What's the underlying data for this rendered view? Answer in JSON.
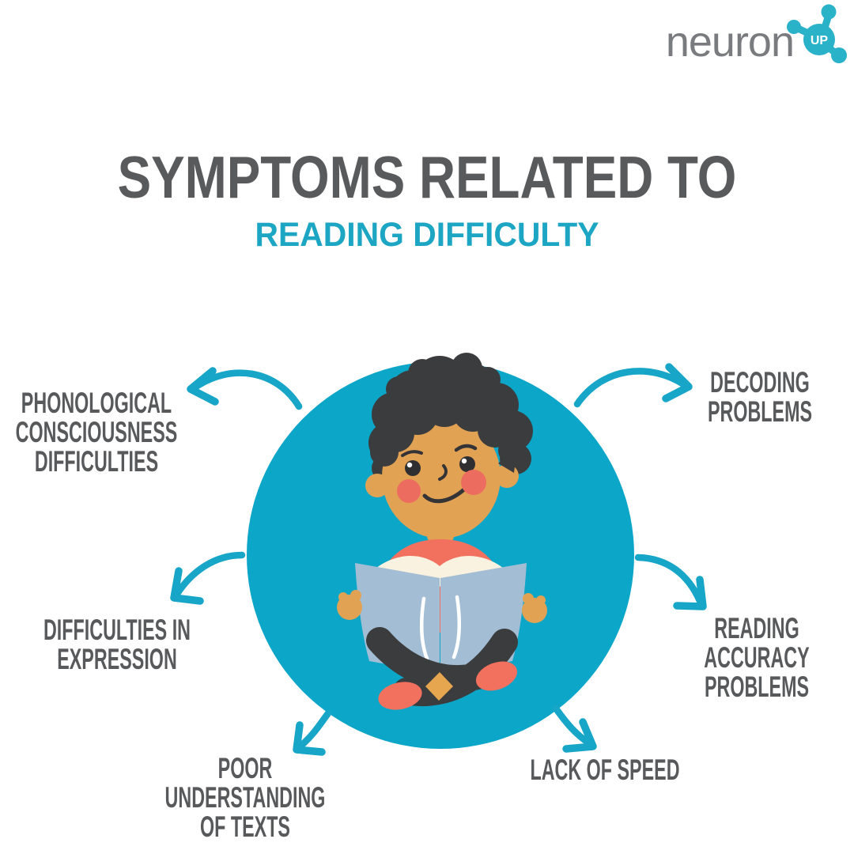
{
  "logo": {
    "wordmark": "neuron",
    "badge": "UP"
  },
  "header": {
    "title": "SYMPTOMS RELATED TO",
    "subtitle": "READING DIFFICULTY"
  },
  "labels": {
    "phonological": "PHONOLOGICAL\nCONSCIOUSNESS\nDIFFICULTIES",
    "expression": "DIFFICULTIES IN\nEXPRESSION",
    "understanding": "POOR\nUNDERSTANDING\nOF TEXTS",
    "decoding": "DECODING\nPROBLEMS",
    "accuracy": "READING\nACCURACY\nPROBLEMS",
    "speed": "LACK OF SPEED"
  },
  "colors": {
    "circle_teal": "#0CA6C8",
    "arrow_teal": "#17A6C7",
    "subtitle_teal": "#1CA6C3",
    "logo_teal": "#2AB2C8",
    "text_gray": "#58595B",
    "logo_gray": "#797B7E",
    "skin": "#E2A254",
    "coral": "#F2705E",
    "book_cover": "#A3BED4",
    "book_pages": "#FAF2E0",
    "hair_dark": "#3B3C3E"
  },
  "illustration": {
    "icon": "child-reading-book-illustration"
  }
}
